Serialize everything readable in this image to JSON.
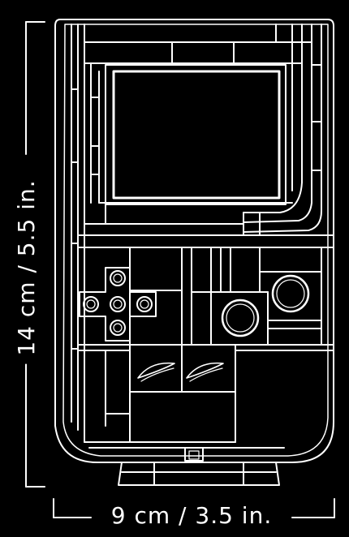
{
  "dimensions": {
    "height_label": "14 cm / 5.5 in.",
    "width_label": "9 cm / 3.5 in."
  },
  "colors": {
    "background": "#000000",
    "line": "#ffffff"
  },
  "subject": {
    "icon": "brick-built-handheld-game-console-line-drawing"
  }
}
